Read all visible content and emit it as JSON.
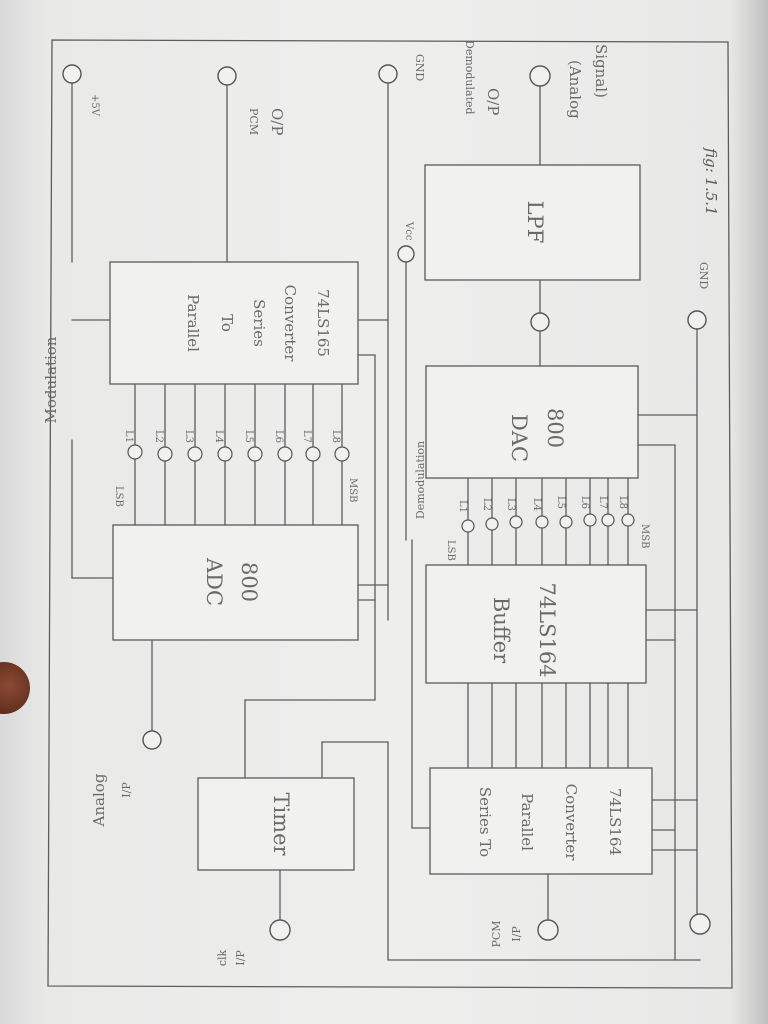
{
  "modulation_label": "Modulation",
  "demodulation_label": "Demodulation",
  "adc": {
    "name": "ADC",
    "part": "800"
  },
  "pts": {
    "l1": "Parallel",
    "l2": "To",
    "l3": "Series",
    "l4": "Converter",
    "l5": "74LS165"
  },
  "buffer": {
    "name": "Buffer",
    "part": "74LS164"
  },
  "dac": {
    "name": "DAC",
    "part": "800"
  },
  "lpf": {
    "name": "LPF"
  },
  "timer": {
    "name": "Timer"
  },
  "stp": {
    "l1": "Series To",
    "l2": "Parallel",
    "l3": "Converter",
    "l4": "74LS164"
  },
  "terminals": {
    "vcc_top": "+5V",
    "pcm_out_1": "PCM",
    "pcm_out_2": "O/P",
    "gnd_top": "GND",
    "demod_out_1": "Demodulated",
    "demod_out_2": "O/P",
    "analog_sig_1": "(Analog",
    "analog_sig_2": "Signal)",
    "vcc_mid": "Vcc",
    "gnd_mid": "GND",
    "analog_in_1": "Analog",
    "analog_in_2": "I/P",
    "clk_in_1": "clk",
    "clk_in_2": "I/P",
    "pcm_in_1": "PCM",
    "pcm_in_2": "I/P"
  },
  "bit_labels": {
    "lsb": "LSB",
    "msb": "MSB",
    "bits": [
      "L1",
      "L2",
      "L3",
      "L4",
      "L5",
      "L6",
      "L7",
      "L8"
    ]
  },
  "fig_label": "fig: 1.5.1"
}
